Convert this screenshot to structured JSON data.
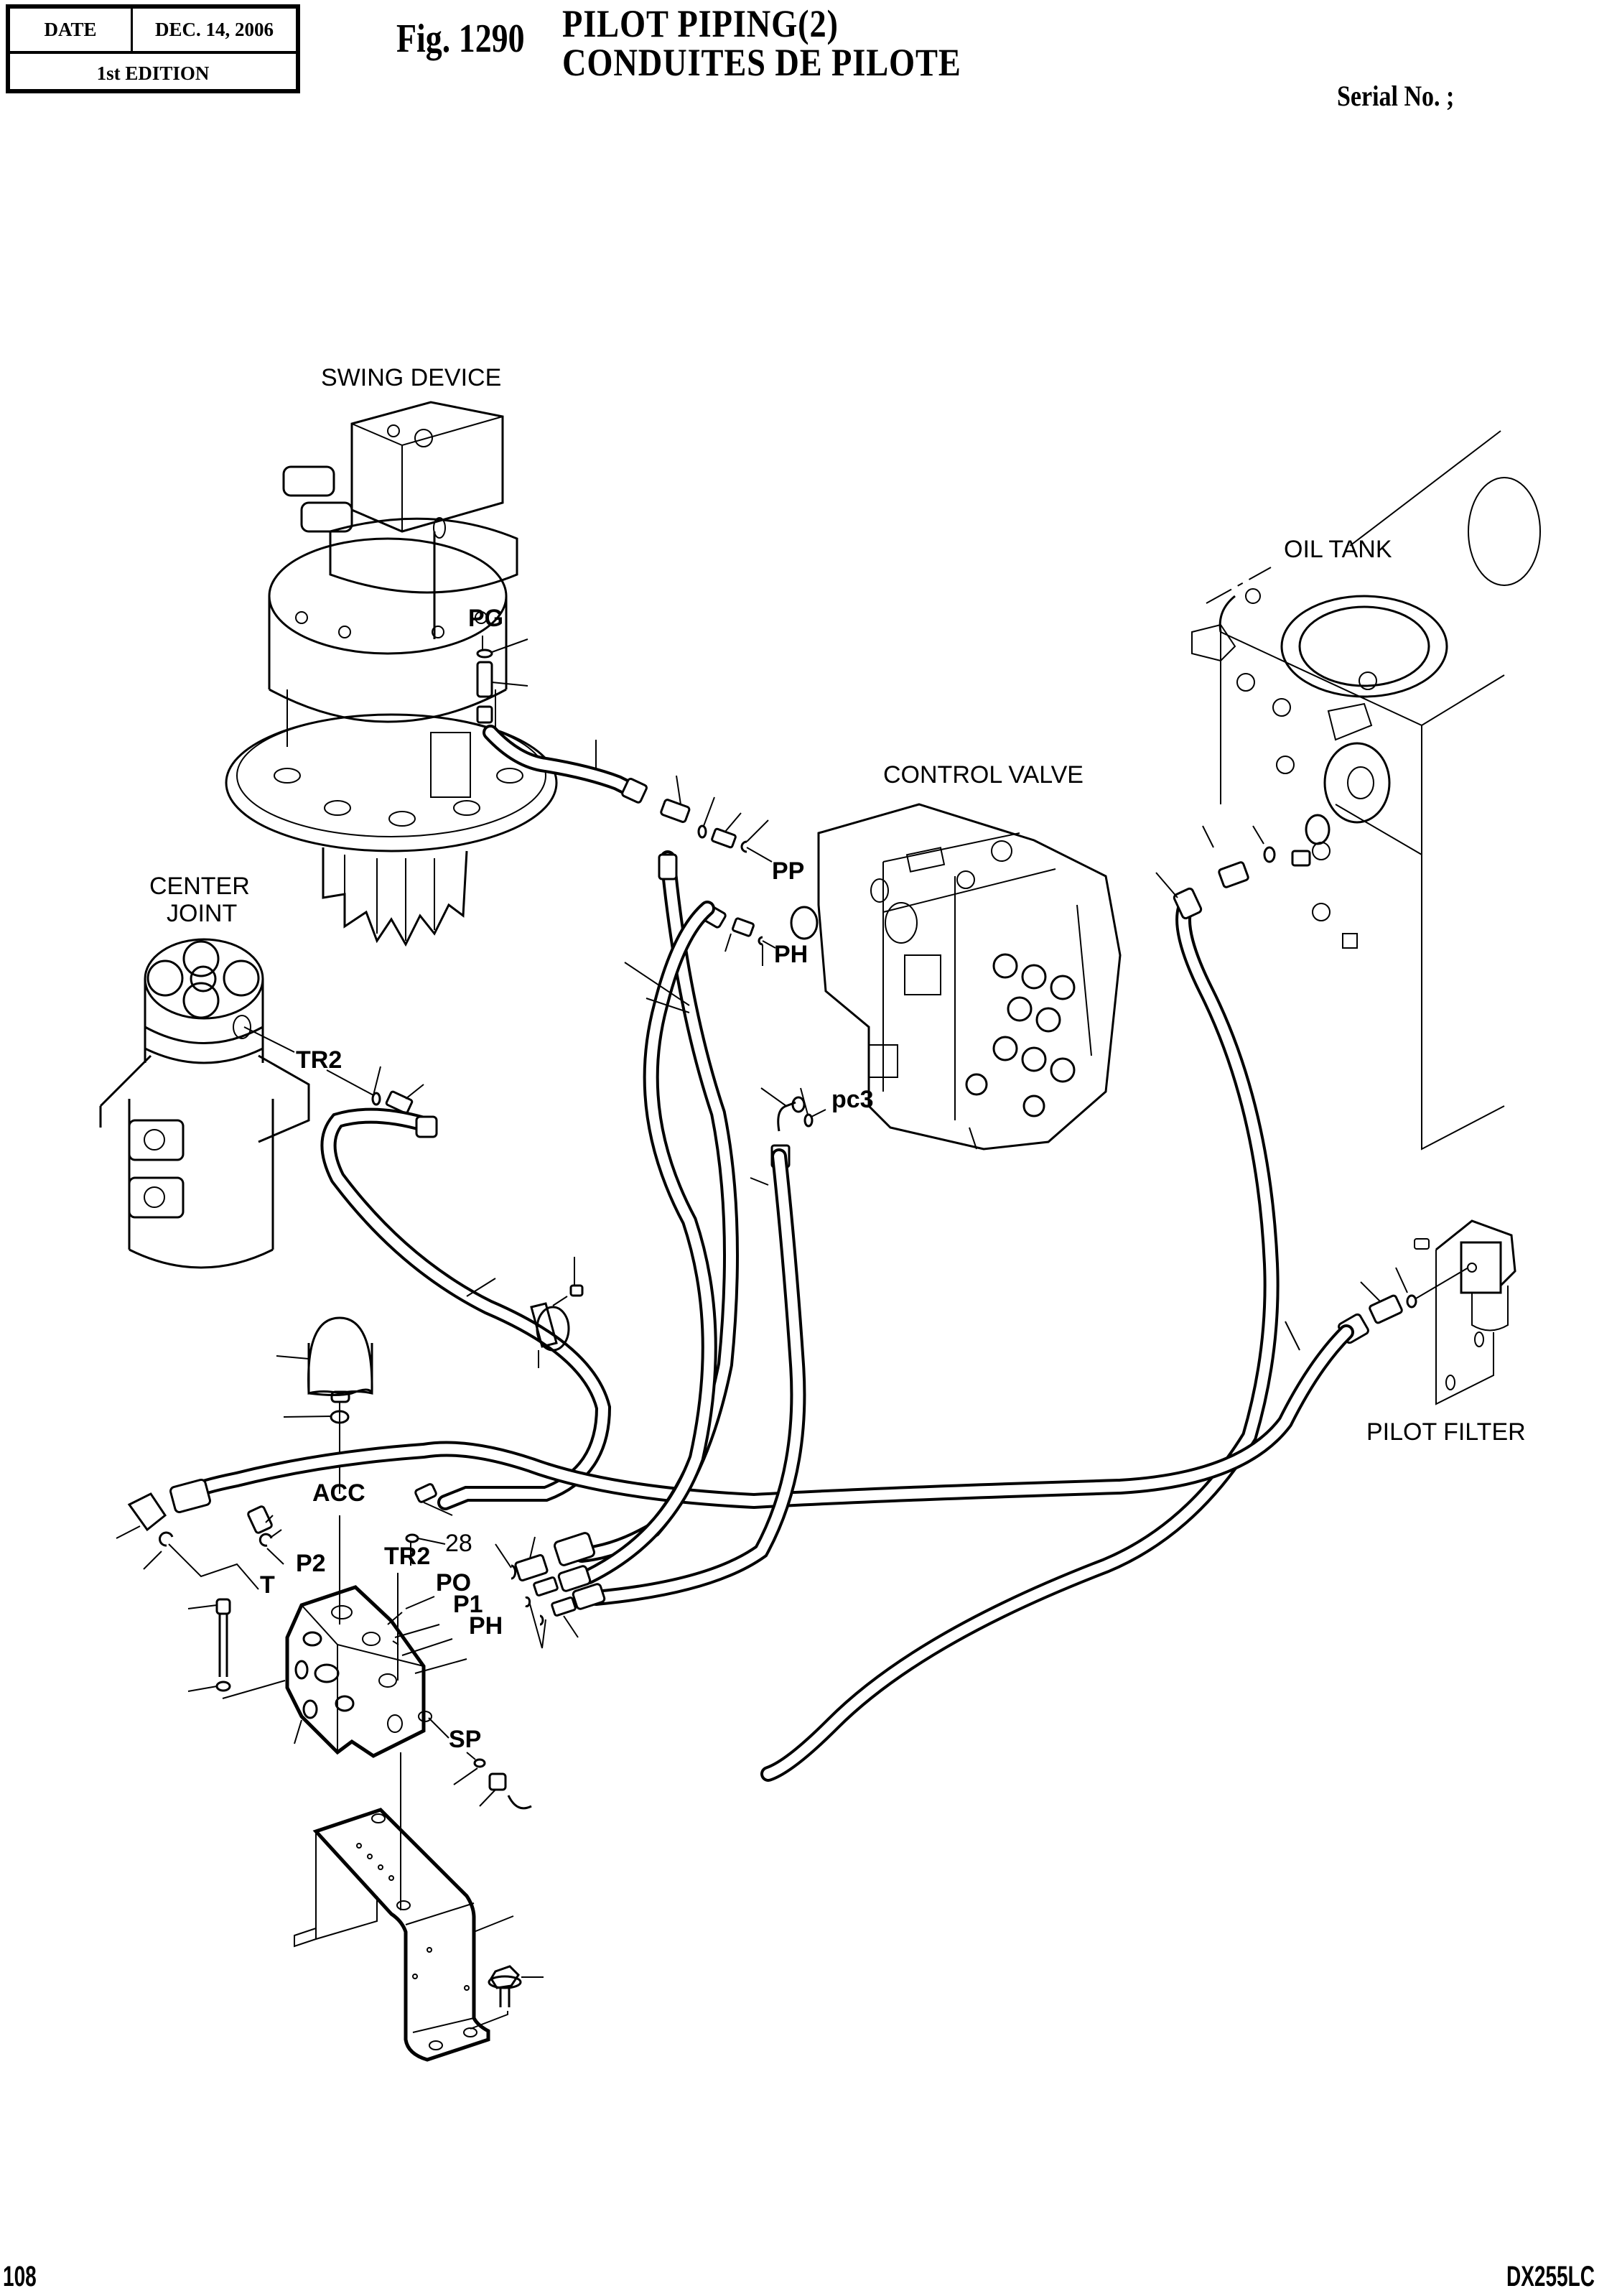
{
  "header": {
    "date_label": "DATE",
    "date_value": "DEC. 14, 2006",
    "edition": "1st EDITION",
    "figure_number": "Fig. 1290",
    "title_en": "PILOT PIPING(2)",
    "title_fr": "CONDUITES DE PILOTE",
    "serial": "Serial No. ;"
  },
  "components": {
    "swing_device": "SWING DEVICE",
    "oil_tank": "OIL TANK",
    "control_valve": "CONTROL VALVE",
    "center_joint_line1": "CENTER",
    "center_joint_line2": "JOINT",
    "pilot_filter": "PILOT FILTER"
  },
  "ports": {
    "pg": "PG",
    "pp": "PP",
    "ph_valve": "PH",
    "tr2_joint": "TR2",
    "pc3": "pc3",
    "acc": "ACC",
    "p2": "P2",
    "t": "T",
    "tr2_block": "TR2",
    "po": "PO",
    "p1": "P1",
    "ph_block": "PH",
    "sp": "SP"
  },
  "callouts": {
    "item_28": "28"
  },
  "footer": {
    "page_number": "108",
    "model": "DX255LC"
  }
}
